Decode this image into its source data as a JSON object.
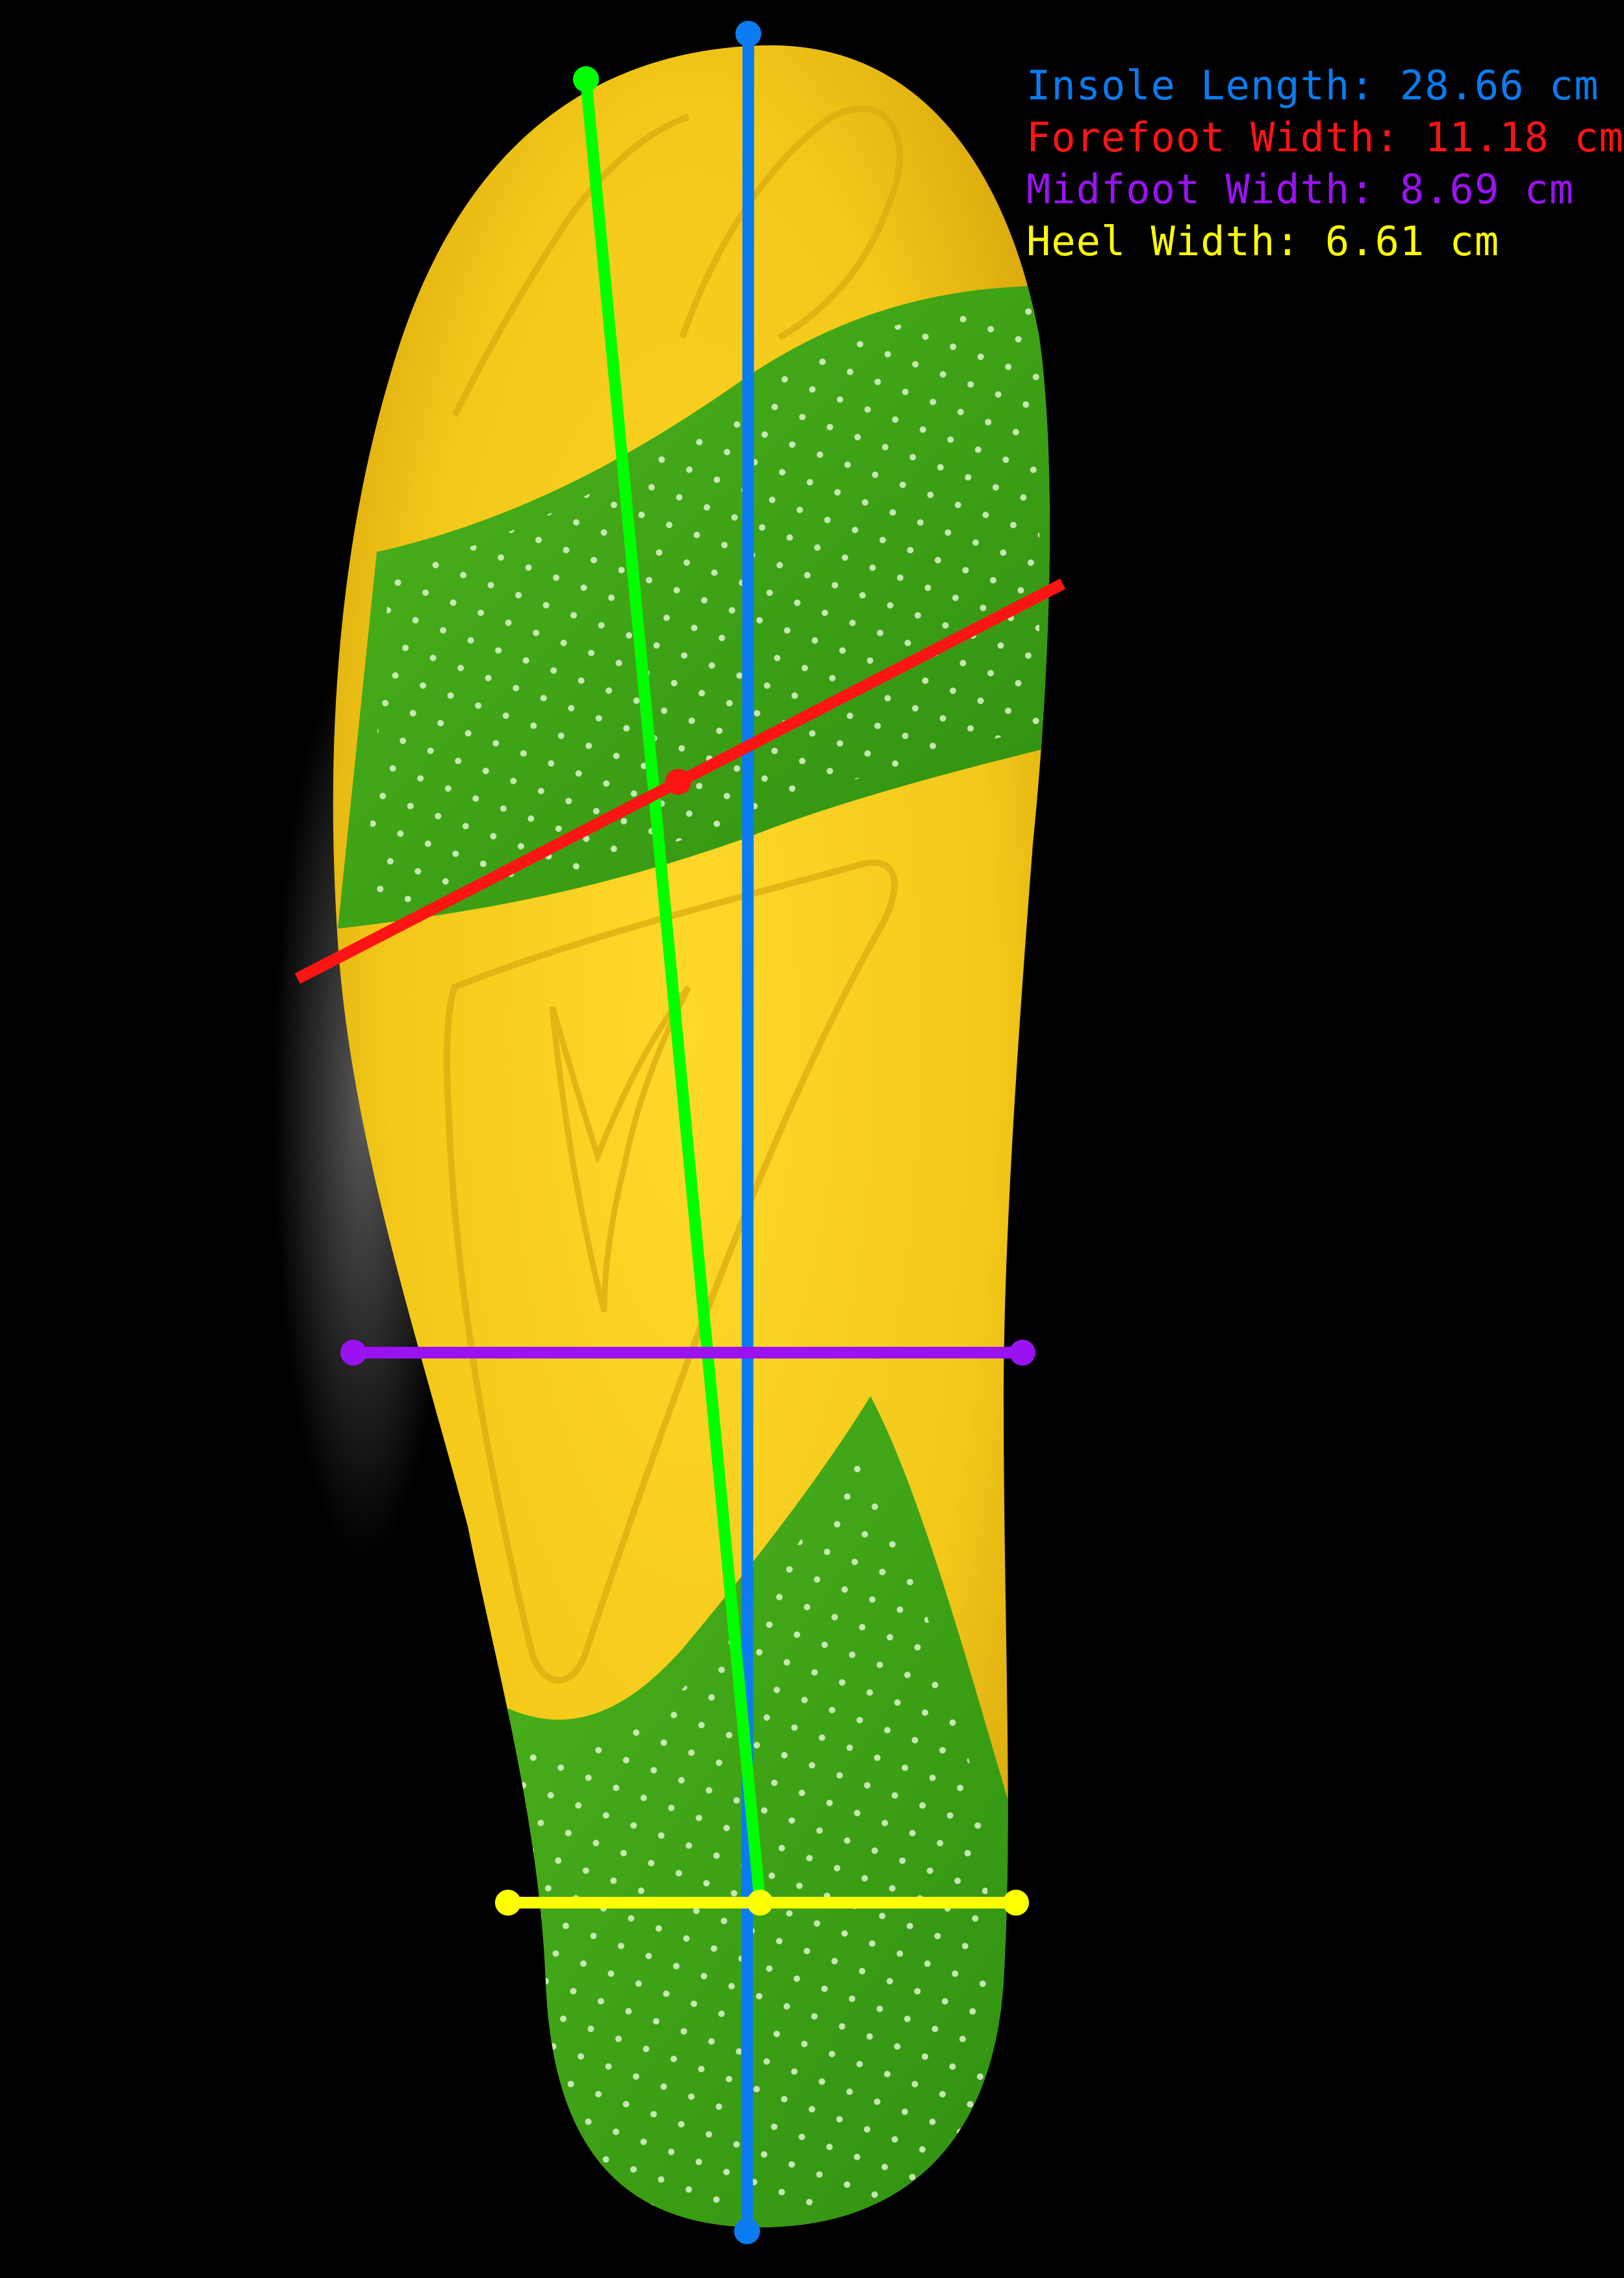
{
  "measurements": {
    "insole_length": {
      "label": "Insole Length: 28.66 cm",
      "value": 28.66,
      "unit": "cm",
      "color": "#0a7cf0"
    },
    "forefoot_width": {
      "label": "Forefoot Width: 11.18 cm",
      "value": 11.18,
      "unit": "cm",
      "color": "#ff1414"
    },
    "midfoot_width": {
      "label": "Midfoot Width: 8.69 cm",
      "value": 8.69,
      "unit": "cm",
      "color": "#9b12f2"
    },
    "heel_width": {
      "label": "Heel Width: 6.61 cm",
      "value": 6.61,
      "unit": "cm",
      "color": "#ffff00"
    }
  },
  "axis_line_color": "#00ff00",
  "insole_colors": {
    "base": "#f5cf1c",
    "pad": "#3aa313"
  }
}
